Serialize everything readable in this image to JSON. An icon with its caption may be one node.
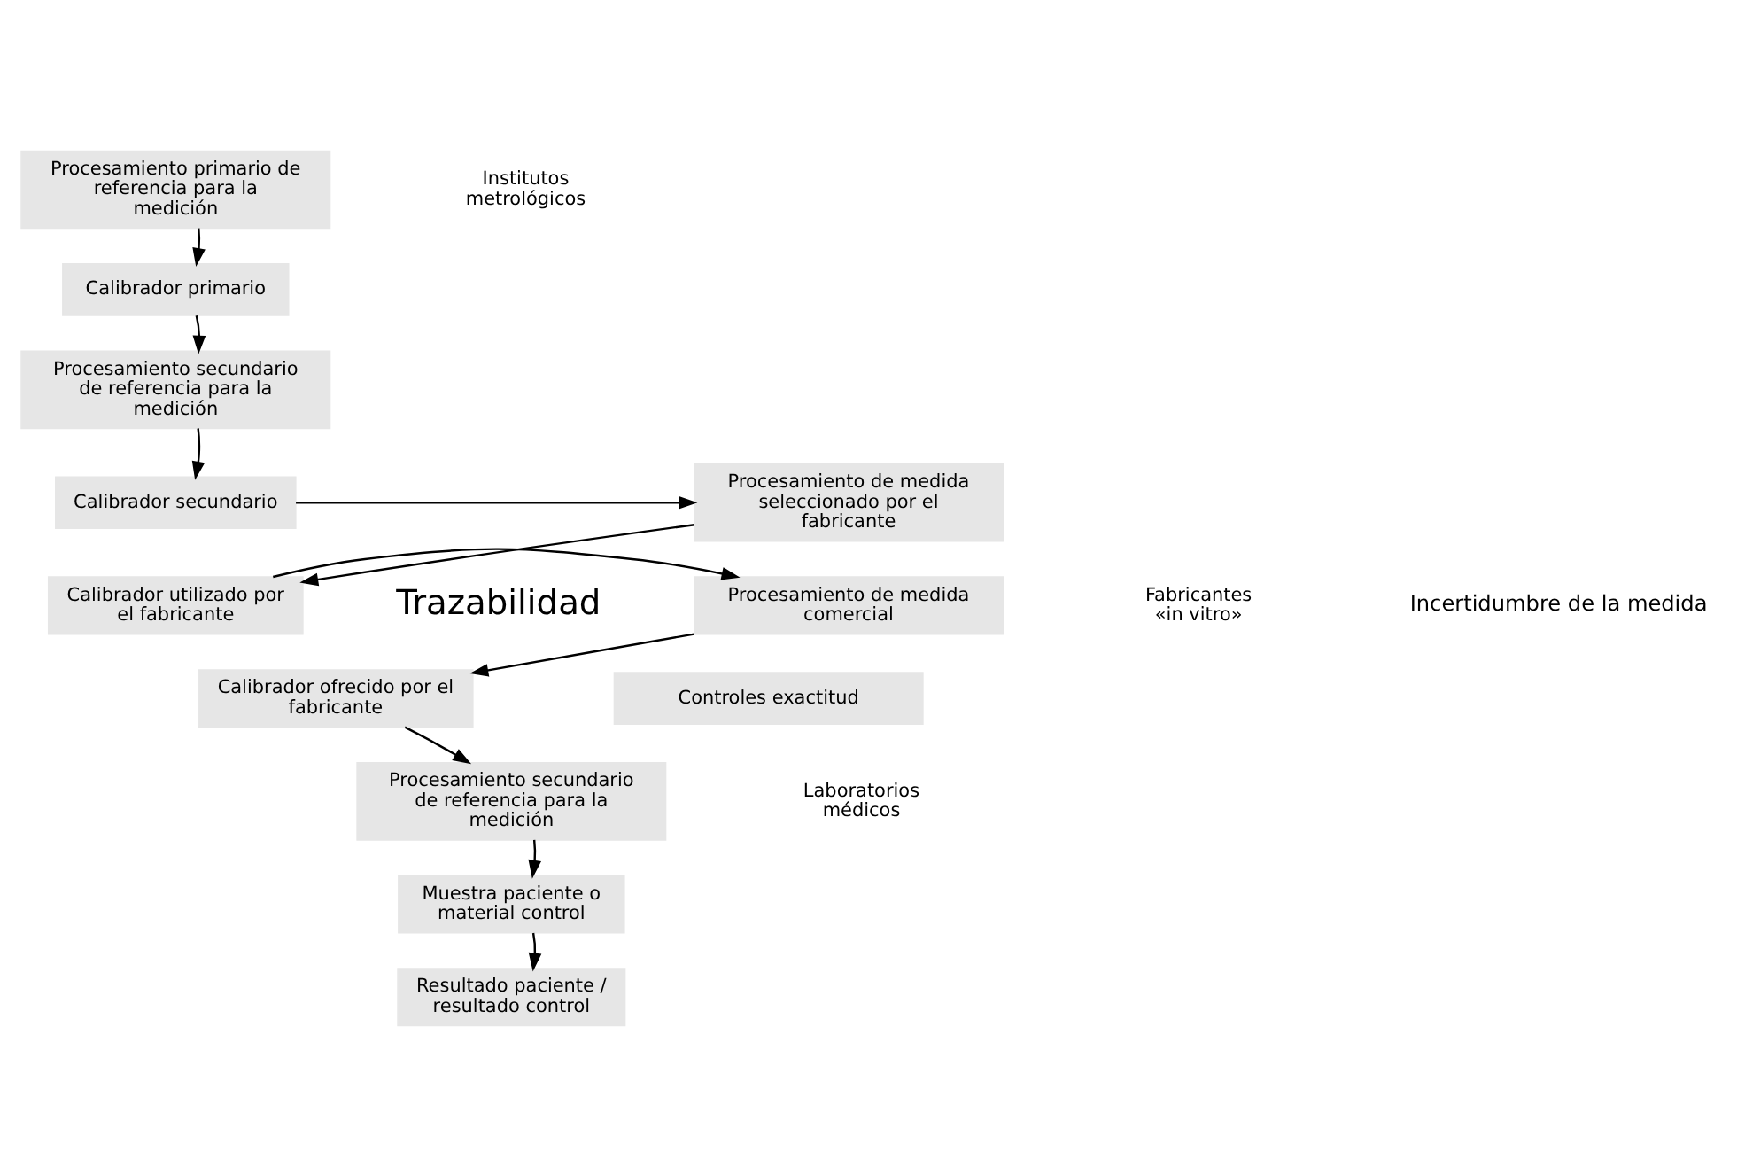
{
  "diagram": {
    "nodes": [
      {
        "text": [
          "Calibrador primario"
        ]
      },
      {
        "text": [
          "Procesamiento primario de referencia para la medición"
        ]
      },
      {
        "text": [
          "Procesamiento secundario de referencia para la medición"
        ]
      },
      {
        "text": [
          "Calibrador secundario"
        ]
      },
      {
        "text": [
          "Procesamiento de medida seleccionado por el fabricante"
        ]
      },
      {
        "text": [
          "Calibrador utilizado por el fabricante"
        ]
      },
      {
        "text": [
          "Procesamiento de medida comercial"
        ]
      },
      {
        "text": [
          "Calibrador ofrecido por el fabricante"
        ]
      },
      {
        "text": [
          "Controles exactitud"
        ]
      },
      {
        "text": [
          "Muestra paciente o material control"
        ]
      },
      {
        "text": [
          "Procesamiento secundario de referencia para la medición"
        ]
      },
      {
        "text": [
          "Resultado paciente / resultado control"
        ]
      }
    ],
    "edges": [
      {
        "from": 1,
        "to": 0,
        "arrow": "to"
      },
      {
        "from": 0,
        "to": 2,
        "arrow": "to"
      },
      {
        "from": 2,
        "to": 3,
        "arrow": "to"
      },
      {
        "from": 3,
        "to": 4,
        "arrow": "to"
      },
      {
        "from": 4,
        "to": 5,
        "arrow": "to"
      },
      {
        "from": 5,
        "to": 6,
        "arrow": "to"
      },
      {
        "from": 6,
        "to": 7,
        "arrow": "to"
      },
      {
        "from": 7,
        "to": 10,
        "arrow": "to"
      },
      {
        "from": 10,
        "to": 9,
        "arrow": "to"
      },
      {
        "from": 9,
        "to": 11,
        "arrow": "to"
      }
    ],
    "labels": [
      "Trazabilidad",
      "Institutos metrológicos",
      "Fabricantes «in vitro»",
      "Laboratorios médicos",
      "Incertidumbre de la medida"
    ]
  }
}
